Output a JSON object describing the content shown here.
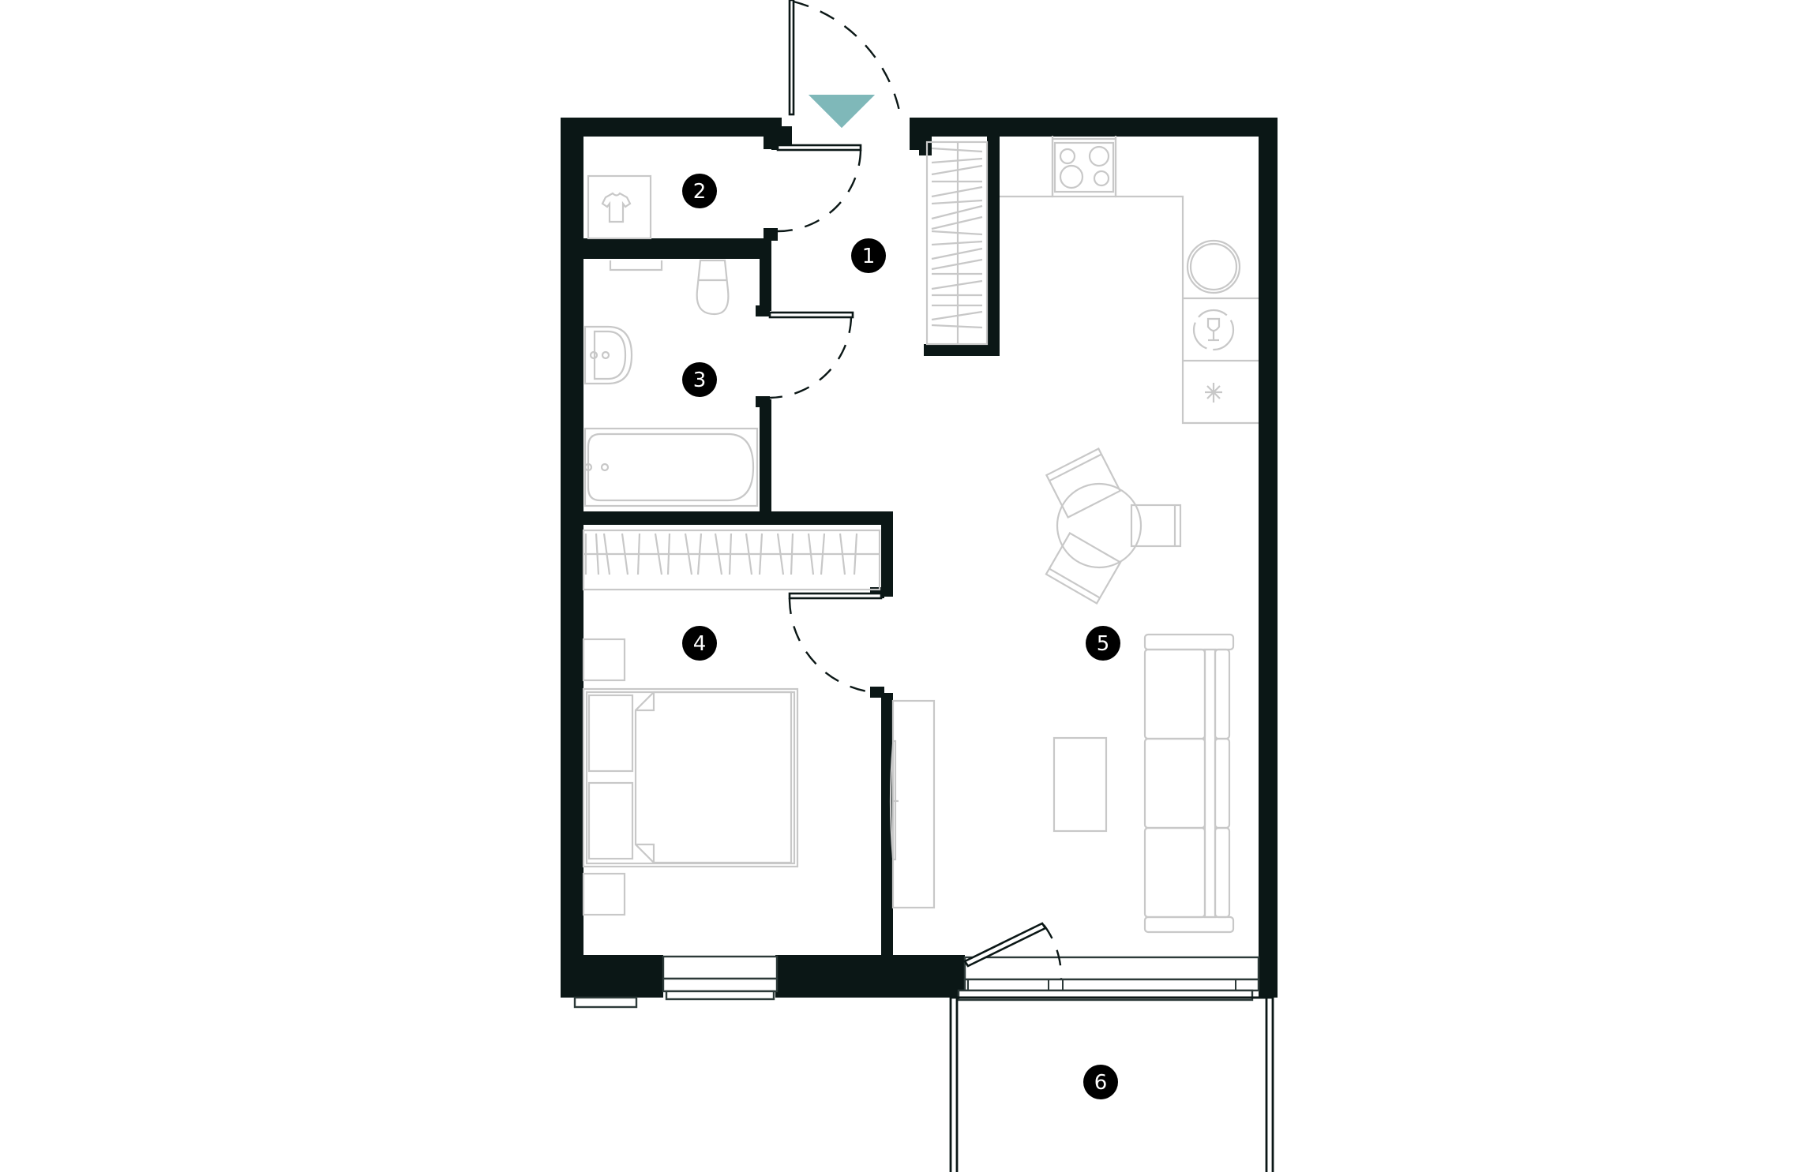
{
  "plan": {
    "type": "apartment floor plan",
    "colors": {
      "wall": "#0b1716",
      "furniture": "#c8c8c8",
      "entrance_marker": "#7fb8b9",
      "badge": "#000000",
      "badge_text": "#ffffff"
    },
    "entrance_marker": "entrance-arrow",
    "rooms": [
      {
        "id": "1",
        "label": "1",
        "kind": "hallway"
      },
      {
        "id": "2",
        "label": "2",
        "kind": "wardrobe / closet"
      },
      {
        "id": "3",
        "label": "3",
        "kind": "bathroom"
      },
      {
        "id": "4",
        "label": "4",
        "kind": "bedroom"
      },
      {
        "id": "5",
        "label": "5",
        "kind": "kitchen-living room"
      },
      {
        "id": "6",
        "label": "6",
        "kind": "balcony"
      }
    ],
    "fixtures": {
      "room_2": [
        "shirt-icon"
      ],
      "room_3": [
        "toilet",
        "washbasin",
        "bathtub",
        "towel-rail"
      ],
      "room_4": [
        "wardrobe",
        "double-bed",
        "nightstand",
        "nightstand",
        "dresser"
      ],
      "room_5": [
        "hob-4-burner",
        "sink-round",
        "dishwasher-icon",
        "fridge-snowflake-icon",
        "round-table",
        "chair",
        "chair",
        "chair",
        "tv-unit",
        "tv",
        "coffee-table",
        "sofa-3-seat"
      ],
      "room_1": [
        "built-in-wardrobe"
      ]
    }
  }
}
